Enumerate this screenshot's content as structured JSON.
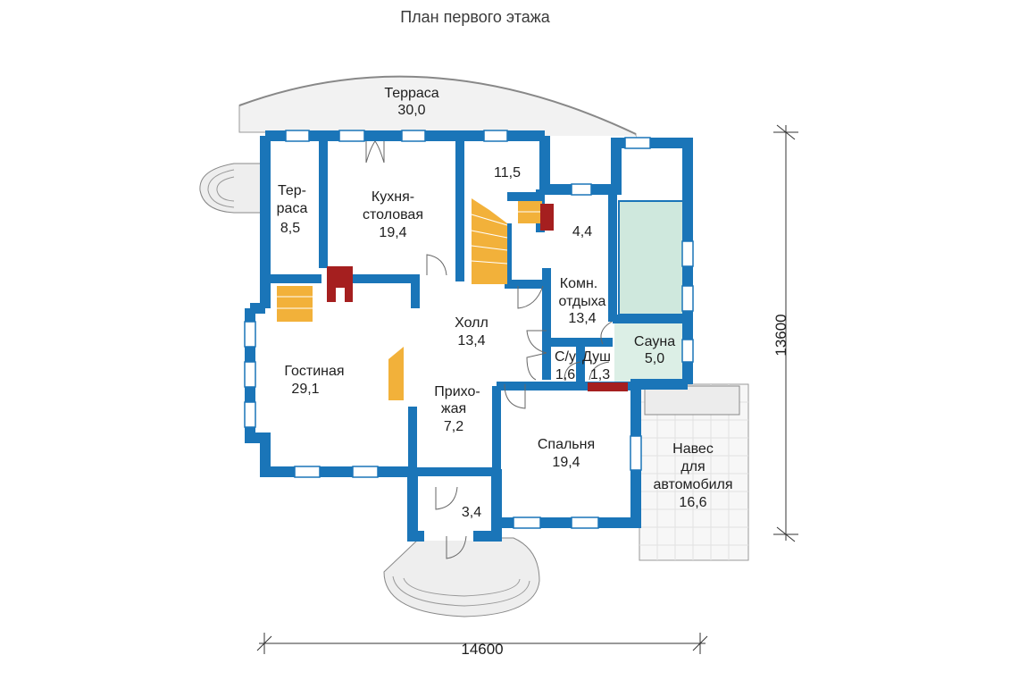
{
  "title": "План первого этажа",
  "colors": {
    "wall": "#1a75b8",
    "stair": "#f2b13a",
    "fireplace": "#a51f1f",
    "pool": "#cfe8dd",
    "sauna": "#dcefe6",
    "floor": "#ffffff",
    "deck": "#f4f4f4"
  },
  "rooms": {
    "terrace_main": {
      "name": "Терраса",
      "area": "30,0"
    },
    "terrace_small": {
      "name1": "Тер-",
      "name2": "раса",
      "area": "8,5"
    },
    "kitchen": {
      "name1": "Кухня-",
      "name2": "столовая",
      "area": "19,4"
    },
    "stair_room": {
      "area": "11,5"
    },
    "room_44": {
      "area": "4,4"
    },
    "rest": {
      "name1": "Комн.",
      "name2": "отдыха",
      "area": "13,4"
    },
    "living": {
      "name": "Гостиная",
      "area": "29,1"
    },
    "hall": {
      "name": "Холл",
      "area": "13,4"
    },
    "wc": {
      "name": "С/у",
      "area": "1,6"
    },
    "shower": {
      "name": "Душ",
      "area": "1,3"
    },
    "sauna": {
      "name": "Сауна",
      "area": "5,0"
    },
    "entry": {
      "name1": "Прихо-",
      "name2": "жая",
      "area": "7,2"
    },
    "bedroom": {
      "name": "Спальня",
      "area": "19,4"
    },
    "carport": {
      "name1": "Навес",
      "name2": "для",
      "name3": "автомобиля",
      "area": "16,6"
    },
    "vestibule": {
      "area": "3,4"
    }
  },
  "dimensions": {
    "width": "14600",
    "height": "13600"
  }
}
